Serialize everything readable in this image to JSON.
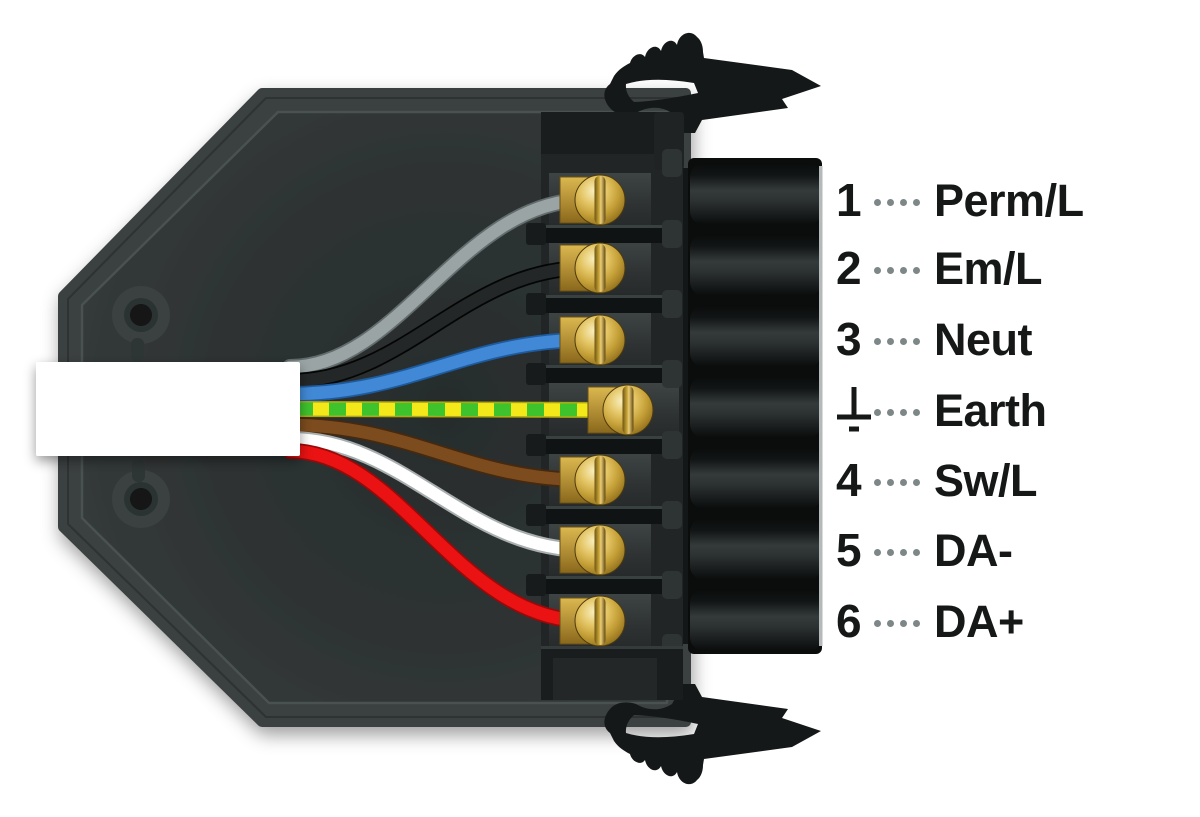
{
  "pinout": {
    "rows": [
      {
        "pin": "1",
        "label": "Perm/L",
        "wire": "grey",
        "wire_color": "#9aa4a4",
        "wire_outline": "#636c6c"
      },
      {
        "pin": "2",
        "label": "Em/L",
        "wire": "black",
        "wire_color": "#242727",
        "wire_outline": "#040505"
      },
      {
        "pin": "3",
        "label": "Neut",
        "wire": "blue",
        "wire_color": "#4189d6",
        "wire_outline": "#1d5b9e"
      },
      {
        "pin": "",
        "pin_icon": "earth-symbol",
        "label": "Earth",
        "wire": "green-yellow",
        "wire_color": "#f3e81a",
        "wire_stripe_color": "#3ec32d",
        "wire_outline": "#b0a70e"
      },
      {
        "pin": "4",
        "label": "Sw/L",
        "wire": "brown",
        "wire_color": "#7c4c1e",
        "wire_outline": "#46290e"
      },
      {
        "pin": "5",
        "label": "DA-",
        "wire": "white",
        "wire_color": "#ffffff",
        "wire_outline": "#a9aeae"
      },
      {
        "pin": "6",
        "label": "DA+",
        "wire": "red",
        "wire_color": "#ea1212",
        "wire_outline": "#9a0909"
      }
    ],
    "dot_color": "#7d8787",
    "text_color": "#161818"
  },
  "scene": {
    "housing_color": "#3a4040",
    "housing_rim_color": "#4a5151",
    "housing_center_color": "#272c2c",
    "terminal_block_color": "#212525",
    "terminal_cell_color": "#383e3e",
    "connector_rib_color": "#343a3a",
    "connector_base_color": "#0b0d0d",
    "clip_color": "#151818",
    "screw_brass_color": "#d2ab45",
    "screw_highlight_color": "#f9efbe",
    "sleeve_color": "#ffffff"
  }
}
